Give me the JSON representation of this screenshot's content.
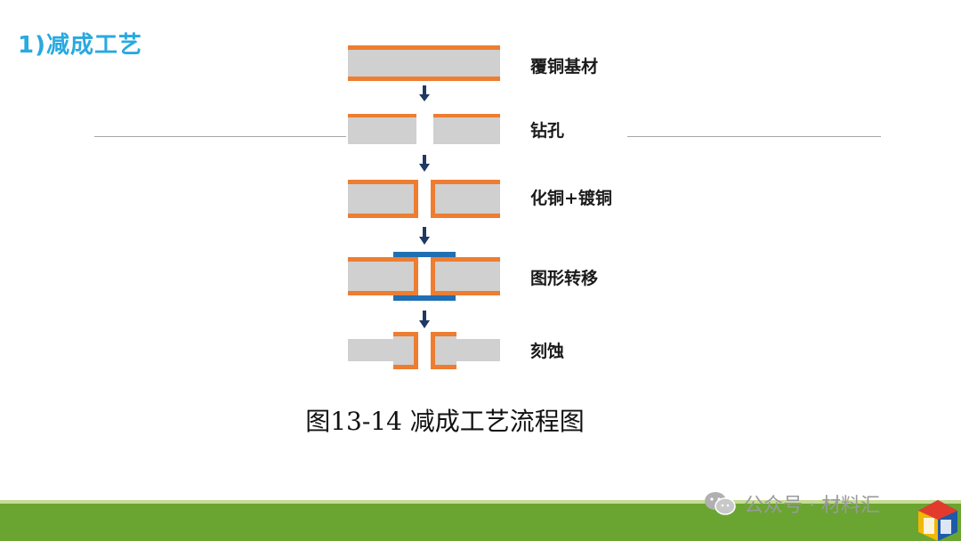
{
  "heading": "1)减成工艺",
  "steps": [
    {
      "label": "覆铜基材"
    },
    {
      "label": "钻孔"
    },
    {
      "label": "化铜+镀铜"
    },
    {
      "label": "图形转移"
    },
    {
      "label": "刻蚀"
    }
  ],
  "caption": "图13-14  减成工艺流程图",
  "watermark": "公众号 · 材料汇",
  "colors": {
    "heading": "#29a9e0",
    "copper": "#ed7d31",
    "substrate": "#d0d0d0",
    "resist": "#1f6fb2",
    "arrow": "#1f3864",
    "footer": "#6aa531"
  },
  "icons": {
    "arrow": "down-arrow-icon",
    "watermark": "wechat-icon",
    "logo": "brand-logo"
  }
}
